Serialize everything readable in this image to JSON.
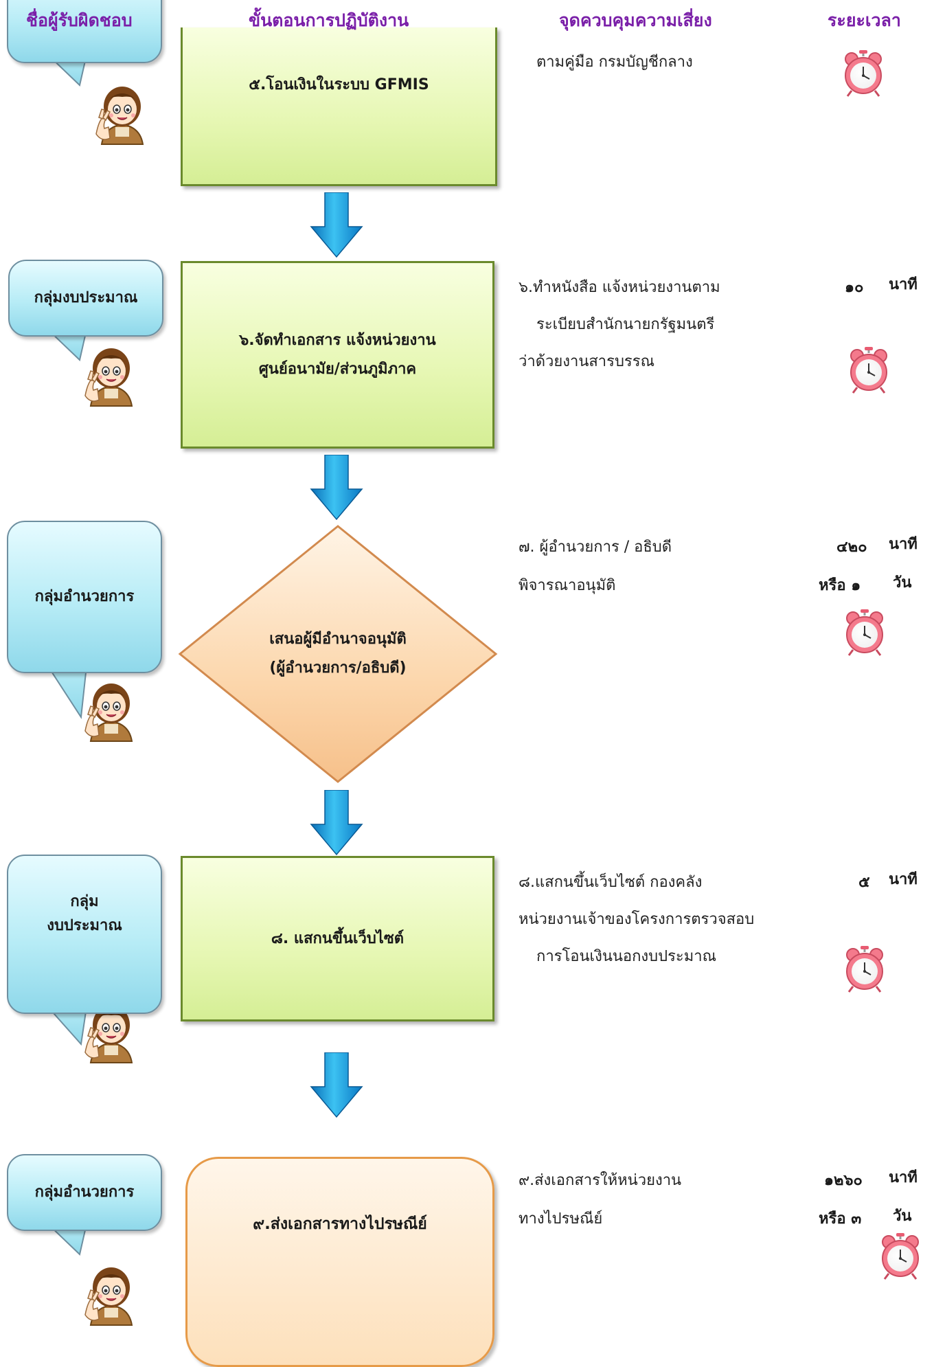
{
  "headers": {
    "responsible": "ชื่อผู้รับผิดชอบ",
    "process": "ขั้นตอนการปฏิบัติงาน",
    "risk": "จุดควบคุมความเสี่ยง",
    "duration": "ระยะเวลา"
  },
  "responsible": [
    {
      "label": ""
    },
    {
      "label": "กลุ่มงบประมาณ"
    },
    {
      "label": "กลุ่มอำนวยการ"
    },
    {
      "label": "กลุ่ม\nงบประมาณ"
    },
    {
      "label": "กลุ่มอำนวยการ"
    }
  ],
  "steps": [
    {
      "label": "๕.โอนเงินในระบบ GFMIS",
      "shape": "rectangle"
    },
    {
      "label": "๖.จัดทำเอกสาร แจ้งหน่วยงาน\nศูนย์อนามัย/ส่วนภูมิภาค",
      "shape": "rectangle"
    },
    {
      "label": "เสนอผู้มีอำนาจอนุมัติ\n(ผู้อำนวยการ/อธิบดี)",
      "shape": "diamond"
    },
    {
      "label": "๘. แสกนขึ้นเว็บไซต์",
      "shape": "rectangle"
    },
    {
      "label": "๙.ส่งเอกสารทางไปรษณีย์",
      "shape": "rounded-rectangle"
    }
  ],
  "risks": [
    {
      "lines": [
        "ตามคู่มือ กรมบัญชีกลาง"
      ]
    },
    {
      "lines": [
        "๖.ทำหนังสือ แจ้งหน่วยงานตาม",
        "ระเบียบสำนักนายกรัฐมนตรี",
        "ว่าด้วยงานสารบรรณ"
      ]
    },
    {
      "lines": [
        "๗. ผู้อำนวยการ / อธิบดี",
        "พิจารณาอนุมัติ"
      ]
    },
    {
      "lines": [
        "๘.แสกนขึ้นเว็บไซต์ กองคลัง",
        "หน่วยงานเจ้าของโครงการตรวจสอบ",
        "การโอนเงินนอกงบประมาณ"
      ]
    },
    {
      "lines": [
        "๙.ส่งเอกสารให้หน่วยงาน",
        "ทางไปรษณีย์"
      ]
    }
  ],
  "durations": [
    {
      "value": "",
      "unit": "",
      "alt_value": "",
      "alt_unit": ""
    },
    {
      "value": "๑๐",
      "unit": "นาที",
      "alt_value": "",
      "alt_unit": ""
    },
    {
      "value": "๔๒๐",
      "unit": "นาที",
      "alt_value": "หรือ ๑",
      "alt_unit": "วัน"
    },
    {
      "value": "๕",
      "unit": "นาที",
      "alt_value": "",
      "alt_unit": ""
    },
    {
      "value": "๑๒๖๐",
      "unit": "นาที",
      "alt_value": "หรือ ๓",
      "alt_unit": "วัน"
    }
  ],
  "icons": {
    "person": "cartoon-girl-icon",
    "clock": "alarm-clock-icon",
    "arrow": "down-arrow-icon"
  },
  "colors": {
    "header": "#7a1fa8",
    "bubble": "#b7ecf6",
    "process_box": "#e6f7b3",
    "decision": "#fcd7ad",
    "final_box": "#fde0bb",
    "arrow": "#1fa0e0",
    "clock": "#f47a8c"
  }
}
